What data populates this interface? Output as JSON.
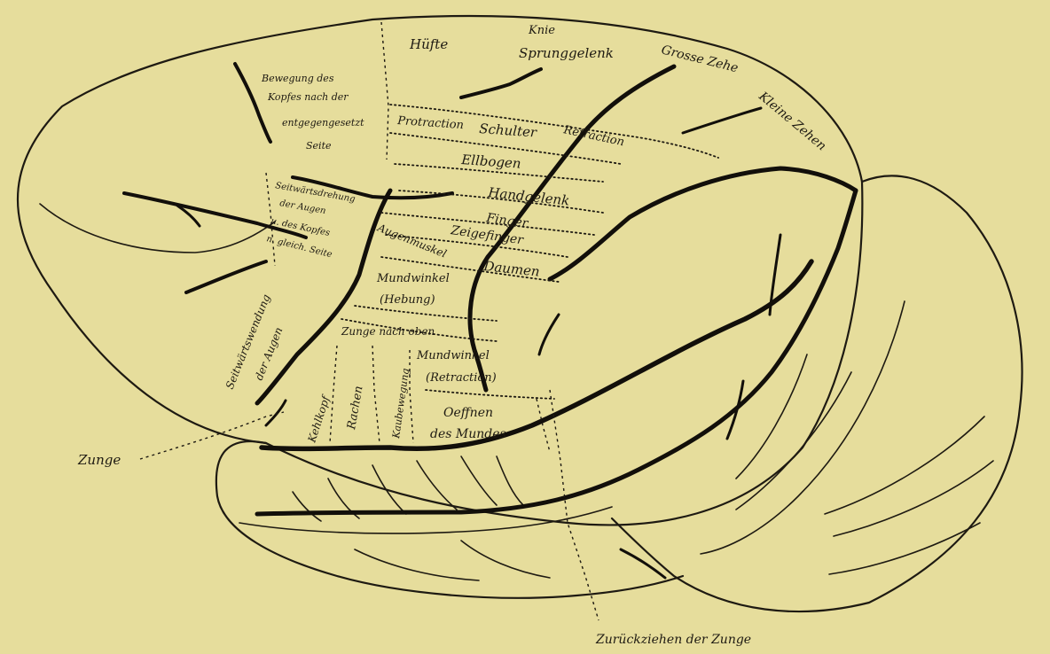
{
  "colors": {
    "background": "#e6dd9c",
    "ink": "#1e1a12"
  },
  "labels": {
    "huefte": "Hüfte",
    "knie": "Knie",
    "sprunggelenk": "Sprunggelenk",
    "grosse_zehe": "Grosse Zehe",
    "kleine_zehen": "Kleine Zehen",
    "kopf_1": "Bewegung des",
    "kopf_2": "Kopfes nach der",
    "kopf_3": "entgegengesetzt",
    "kopf_4": "Seite",
    "protraction": "Protraction",
    "schulter": "Schulter",
    "retraction": "Retraction",
    "ellbogen": "Ellbogen",
    "handgelenk": "Handgelenk",
    "finger": "Finger",
    "zeigefinger": "Zeigefinger",
    "daumen": "Daumen",
    "augenmuskel": "Augenmuskel",
    "augen_1": "Seitwärtsdrehung",
    "augen_2": "der Augen",
    "augen_3": "u. des Kopfes",
    "augen_4": "n. gleich. Seite",
    "mundwinkel_hebung_1": "Mundwinkel",
    "mundwinkel_hebung_2": "(Hebung)",
    "seitwaerts_1": "Seitwärtswendung",
    "seitwaerts_2": "der Augen",
    "zunge_nach_oben": "Zunge nach oben",
    "mundwinkel_retraction_1": "Mundwinkel",
    "mundwinkel_retraction_2": "(Retraction)",
    "kehlkopf": "Kehlkopf",
    "rachen": "Rachen",
    "kaubewegung": "Kaubewegung",
    "oeffnen_1": "Oeffnen",
    "oeffnen_2": "des Mundes",
    "zunge": "Zunge",
    "zurueckziehen": "Zurückziehen der Zunge"
  }
}
